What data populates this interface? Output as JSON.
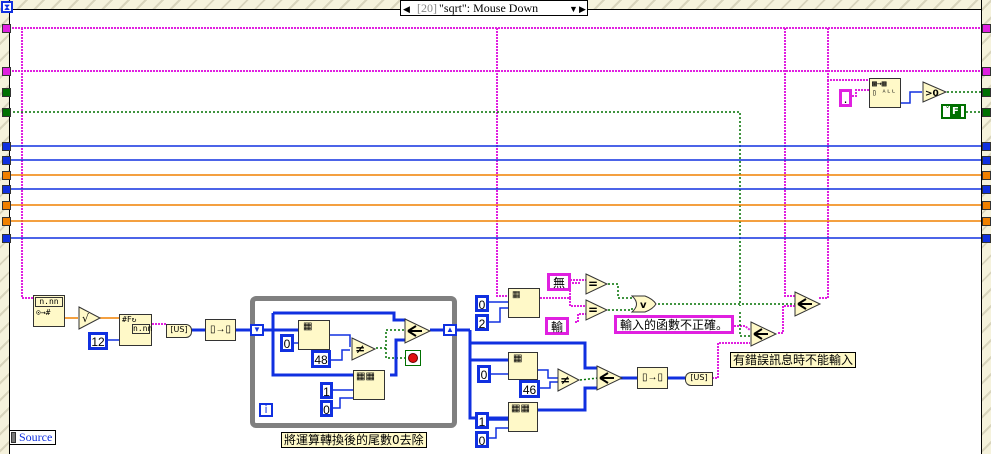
{
  "event_structure": {
    "case_index": "[20]",
    "case_label": "\"sqrt\": Mouse Down",
    "prev_icon": "arrow-left",
    "next_icon": "arrow-right",
    "dropdown_icon": "triangle-down"
  },
  "hourglass_icon": "hourglass",
  "event_data_node": {
    "label": "Source"
  },
  "constants": {
    "precision": "12",
    "loop_index_zero": "0",
    "char_48": "48",
    "loop_len_one": "1",
    "loop_off_zero": "0",
    "subset_offset": "0",
    "subset_length": "2",
    "after_zero": "0",
    "char_46": "46",
    "after_len_one": "1",
    "after_off_zero": "0",
    "bool_false": "F",
    "dot_string": "."
  },
  "string_constants": {
    "none": "無",
    "input": "輸",
    "error_message": "輸入的函數不正確。"
  },
  "labels": {
    "loop_comment": "將運算轉換後的尾數0去除",
    "error_comment": "有錯誤訊息時不能輸入"
  },
  "loop": {
    "iteration_label": "i",
    "stop_icon": "stop-sign"
  },
  "node_glyphs": {
    "not_equal": "≠",
    "equal": "=",
    "or": "v",
    "greater_zero": ">0",
    "sqrt": "√",
    "format_num": "n.nn",
    "fraction": "[US]",
    "array_to_str": "→"
  },
  "colors": {
    "string_wire": "#e020e0",
    "numeric_wire": "#1030e0",
    "float_wire": "#f08000",
    "bool_wire": "#007000",
    "node_fill": "#fff9c8",
    "loop_frame": "#808080"
  }
}
